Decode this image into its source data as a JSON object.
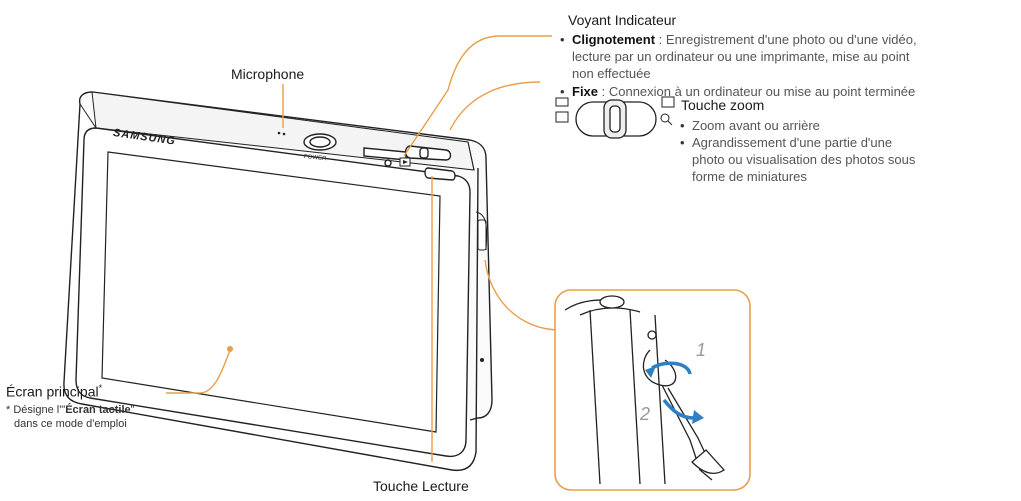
{
  "brand_text": "SAMSUNG",
  "power_text": "POWER",
  "labels": {
    "microphone": "Microphone",
    "indicator_title": "Voyant Indicateur",
    "indicator_blink_term": "Clignotement",
    "indicator_blink_desc": " : Enregistrement d'une photo ou d'une vidéo,",
    "indicator_blink_desc2": "lecture par un ordinateur ou une imprimante, mise au point",
    "indicator_blink_desc3": "non effectuée",
    "indicator_fixed_term": "Fixe",
    "indicator_fixed_desc": " : Connexion à un ordinateur ou mise au point terminée",
    "zoom_title": "Touche zoom",
    "zoom_b1": "Zoom avant ou arrière",
    "zoom_b2_l1": "Agrandissement d'une partie d'une",
    "zoom_b2_l2": "photo ou visualisation des photos sous",
    "zoom_b2_l3": "forme de miniatures",
    "screen_title": "Écran principal",
    "screen_star": "*",
    "screen_note_pre": "* Désigne l'\"",
    "screen_note_term": "Écran tactile",
    "screen_note_post": "\"",
    "screen_note_l2": "dans ce mode d'emploi",
    "playback": "Touche Lecture",
    "strap_1": "1",
    "strap_2": "2"
  },
  "colors": {
    "callout": "#e8a04a",
    "outline": "#222222",
    "strap_arrow": "#2f7fc1"
  }
}
